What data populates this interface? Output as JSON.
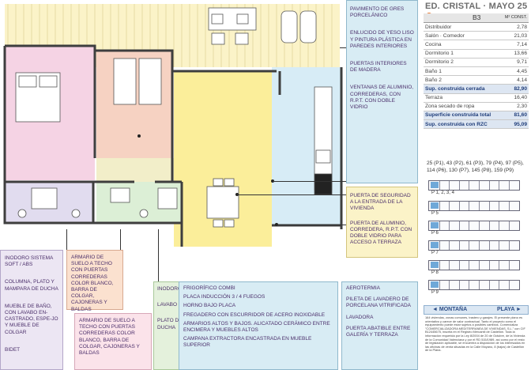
{
  "header": {
    "title": "ED. CRISTAL · MAYO 25",
    "plan_code": "B3",
    "col_header": "M² CONST."
  },
  "areas": [
    {
      "label": "Distribuidor",
      "value": "2,78"
    },
    {
      "label": "Salón · Comedor",
      "value": "21,03"
    },
    {
      "label": "Cocina",
      "value": "7,14"
    },
    {
      "label": "Dormitorio 1",
      "value": "13,66"
    },
    {
      "label": "Dormitorio 2",
      "value": "9,71"
    },
    {
      "label": "Baño 1",
      "value": "4,45"
    },
    {
      "label": "Baño 2",
      "value": "4,14"
    },
    {
      "label": "Sup. construida cerrada",
      "value": "82,90",
      "bold": true
    },
    {
      "label": "Terraza",
      "value": "16,40"
    },
    {
      "label": "Zona secado de ropa",
      "value": "2,30"
    },
    {
      "label": "Superficie construida total",
      "value": "81,60",
      "bold": true
    },
    {
      "label": "Sup. construida con RZC",
      "value": "95,09",
      "bold": true
    }
  ],
  "units_line1": "25 (P1), 43 (P2), 61 (P3), 79 (P4), 97 (P5),",
  "units_line2": "114 (P6), 130 (P7), 145 (P8), 159 (P9)",
  "floor_labels": [
    "P 1, 2, 3, 4",
    "P 5",
    "P 6",
    "P 7",
    "P 8",
    "P 9"
  ],
  "compass": {
    "left": "◄ MONTAÑA",
    "right": "PLAYA ►"
  },
  "legal_text": "164 viviendas, zonas comunes, trastero y garajes. El presente plano es orientativo y carece de valor contractual. Tanto el proyecto como el equipamiento puede estar sujetos a posibles cambios. Comercializa \"COMERCIALIZADORA MEDITERRANEA DE VIVIENDAS, S.L.\" con CIF B12445675, inscrita en el Registro Mercantil de Castellón. Toda la información requerida por la Ley 8/2004 de 20 de Octubre, de la Vivienda de la Comunidad Valenciana y por el RD 515/1989, así como por el resto de legislación aplicable, se encuentra a disposición de los interesados en las oficinas de venta situadas en la Calle Moyano, 8 (bajos) de Castellón de la Plana.",
  "notes": {
    "pavimento": "PAVIMENTO DE GRES PORCELÁNICO",
    "enlucido": "ENLUCIDO DE YESO LISO Y PINTURA PLÁSTICA EN PAREDES INTERIORES",
    "puertas_int": "PUERTAS INTERIORES DE MADERA",
    "ventanas": "VENTANAS DE ALUMINIO, CORREDERAS, CON R.P.T. CON DOBLE VIDRIO",
    "puerta_seg": "PUERTA DE SEGURIDAD A LA ENTRADA DE LA VIVIENDA",
    "puerta_alu": "PUERTA DE ALUMINIO, CORREDERA, R.P.T. CON DOBLE VIDRIO PARA ACCESO A TERRAZA",
    "inodoro_sis": "INODORO SISTEMA SOFT / ABS",
    "columna": "COLUMNA, PLATO Y MAMPARA DE DUCHA",
    "mueble": "MUEBLE DE BAÑO, CON LAVABO EN-CASTRADO, ESPE-JO Y MUEBLE DE COLGAR",
    "bidet": "BIDET",
    "armario1": "ARMARIO DE SUELO A TECHO CON PUERTAS CORREDERAS COLOR BLANCO, BARRA DE COLGAR, CAJONERAS Y BALDAS",
    "armario2": "ARMARIO DE SUELO A TECHO CON PUERTAS CORREDERAS COLOR BLANCO, BARRA DE COLGAR, CAJONERAS Y BALDAS",
    "inodoro": "INODORO",
    "lavabo": "LAVABO",
    "plato": "PLATO DE DUCHA",
    "kitchen": [
      "FRIGORÍFICO COMBI",
      "PLACA INDUCCIÓN 3 / 4 FUEGOS",
      "HORNO BAJO PLACA",
      "FREGADERO CON ESCURRIDOR DE ACERO INOXIDABLE",
      "ARMARIOS ALTOS Y BAJOS. ALICATADO CERÁMICO ENTRE ENCIMERA Y MUEBLES ALTOS",
      "CAMPANA EXTRACTORA ENCASTRADA EN MUEBLE SUPERIOR"
    ],
    "laundry": [
      "AEROTERMIA",
      "PILETA DE LAVADERO DE PORCELANA VITRIFICADA",
      "LAVADORA",
      "PUERTA ABATIBLE ENTRE GALERÍA Y TERRAZA"
    ]
  },
  "colors": {
    "bedroom1": "#f5d3e4",
    "bedroom2": "#f6d2c2",
    "living": "#fbee9a",
    "kitchen": "#d7ecf6",
    "terrace": "#fbf3c8",
    "bath1": "#e1dcef",
    "bath2": "#dcefd6",
    "accent": "#e8762b"
  }
}
